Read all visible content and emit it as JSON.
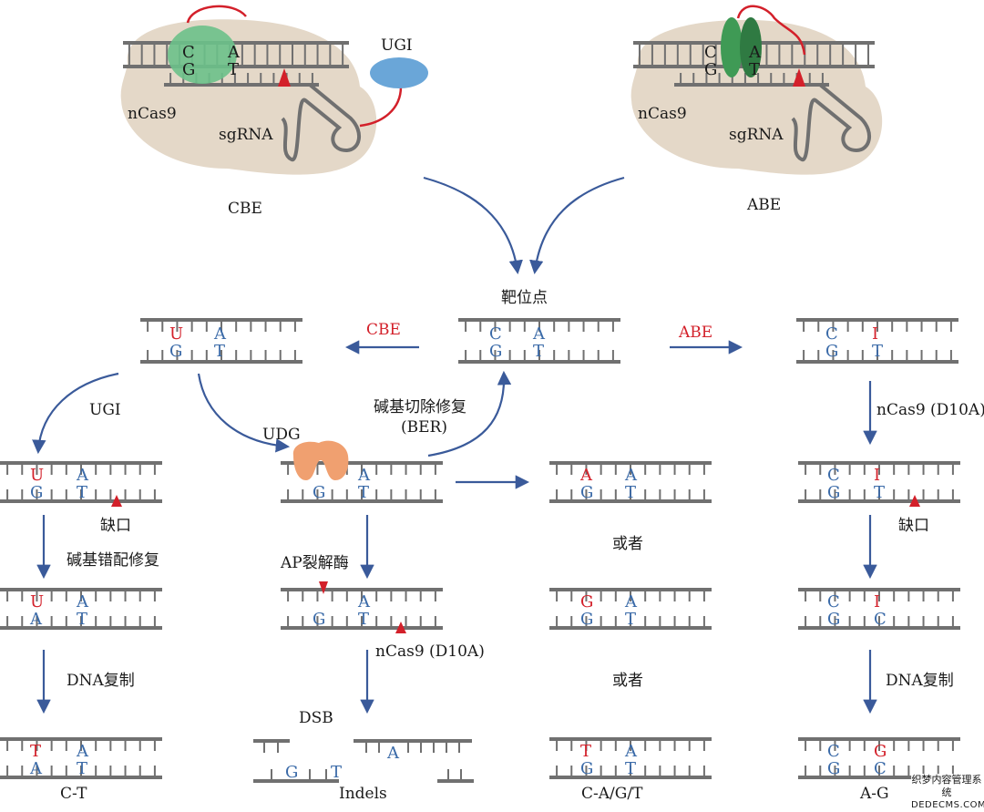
{
  "colors": {
    "strand": "#707070",
    "base_blue": "#3a6aa8",
    "base_red": "#d3202a",
    "arrow_blue": "#3a5a9a",
    "complex_bg": "#e4d8c8",
    "deaminase_green": "#6cc18a",
    "adenine_deaminase_green": "#3f9a55",
    "ugi_blue": "#6aa6d8",
    "udg_orange": "#f0a070"
  },
  "top": {
    "cbe": {
      "nucleotides": [
        "C",
        "A",
        "G",
        "T"
      ],
      "ncas9": "nCas9",
      "sgrna": "sgRNA",
      "ugi": "UGI",
      "title": "CBE"
    },
    "abe": {
      "nucleotides": [
        "C",
        "A",
        "G",
        "T"
      ],
      "ncas9": "nCas9",
      "sgrna": "sgRNA",
      "title": "ABE"
    }
  },
  "target": {
    "title": "靶位点",
    "bases": [
      "C",
      "A",
      "G",
      "T"
    ]
  },
  "arrow_labels": {
    "cbe": "CBE",
    "abe": "ABE"
  },
  "left": {
    "after_cbe": [
      "U",
      "A",
      "G",
      "T"
    ],
    "ugi": "UGI",
    "nicked": [
      "U",
      "A",
      "G",
      "T"
    ],
    "nick": "缺口",
    "mismatch_repair": "碱基错配修复",
    "repaired": [
      "U",
      "A",
      "A",
      "T"
    ],
    "replication": "DNA复制",
    "final": [
      "T",
      "A",
      "A",
      "T"
    ],
    "outcome": "C-T"
  },
  "middle": {
    "udg": "UDG",
    "ber_line1": "碱基切除修复",
    "ber_line2": "(BER)",
    "ap_site": [
      "A",
      "G",
      "T"
    ],
    "ap_lyase": "AP裂解酶",
    "nicked": [
      "A",
      "G",
      "T"
    ],
    "ncas9": "nCas9 (D10A)",
    "dsb": "DSB",
    "broken": [
      "A",
      "G",
      "T"
    ],
    "outcome": "Indels"
  },
  "ber_outcomes": {
    "opt1": [
      "A",
      "A",
      "G",
      "T"
    ],
    "or1": "或者",
    "opt2": [
      "G",
      "A",
      "G",
      "T"
    ],
    "or2": "或者",
    "opt3": [
      "T",
      "A",
      "G",
      "T"
    ],
    "outcome": "C-A/G/T"
  },
  "right": {
    "after_abe": [
      "C",
      "I",
      "G",
      "T"
    ],
    "ncas9": "nCas9 (D10A)",
    "nicked": [
      "C",
      "I",
      "G",
      "T"
    ],
    "nick": "缺口",
    "repaired": [
      "C",
      "I",
      "G",
      "C"
    ],
    "replication": "DNA复制",
    "final": [
      "C",
      "G",
      "G",
      "C"
    ],
    "outcome": "A-G"
  },
  "watermark": {
    "line1": "织梦内容管理系统",
    "line2": "DEDECMS.COM"
  }
}
